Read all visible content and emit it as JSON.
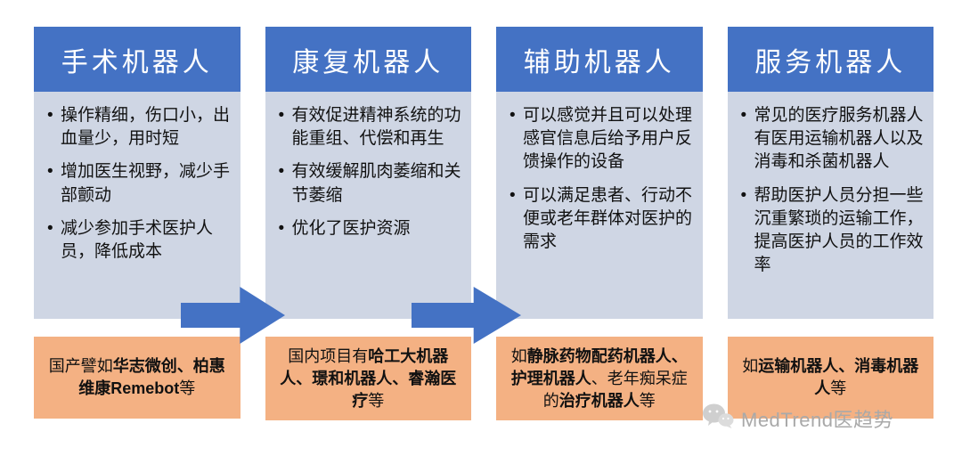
{
  "colors": {
    "header_bg": "#4472C4",
    "body_bg": "#CFD6E4",
    "example_bg": "#F4B183",
    "arrow": "#4472C4",
    "watermark_text": "#a9a9a9",
    "watermark_icon": "#cfcfcf"
  },
  "columns": [
    {
      "id": "surgical-robots",
      "title": "手术机器人",
      "bullets": [
        "操作精细，伤口小，出血量少，用时短",
        "增加医生视野，减少手部颤动",
        "减少参加手术医护人员，降低成本"
      ],
      "example_segments": [
        {
          "text": "国产譬如",
          "bold": false
        },
        {
          "text": "华志微创、柏惠维康Remebot",
          "bold": true
        },
        {
          "text": "等",
          "bold": false
        }
      ]
    },
    {
      "id": "rehab-robots",
      "title": "康复机器人",
      "bullets": [
        "有效促进精神系统的功能重组、代偿和再生",
        "有效缓解肌肉萎缩和关节萎缩",
        "优化了医护资源"
      ],
      "example_segments": [
        {
          "text": "国内项目有",
          "bold": false
        },
        {
          "text": "哈工大机器人、璟和机器人、睿瀚医疗",
          "bold": true
        },
        {
          "text": "等",
          "bold": false
        }
      ]
    },
    {
      "id": "assistive-robots",
      "title": "辅助机器人",
      "bullets": [
        "可以感觉并且可以处理感官信息后给予用户反馈操作的设备",
        "可以满足患者、行动不便或老年群体对医护的需求"
      ],
      "example_segments": [
        {
          "text": "如",
          "bold": false
        },
        {
          "text": "静脉药物配药机器人、护理机器人",
          "bold": true
        },
        {
          "text": "、老年痴呆症的",
          "bold": false
        },
        {
          "text": "治疗机器人",
          "bold": true
        },
        {
          "text": "等",
          "bold": false
        }
      ]
    },
    {
      "id": "service-robots",
      "title": "服务机器人",
      "bullets": [
        "常见的医疗服务机器人有医用运输机器人以及消毒和杀菌机器人",
        "帮助医护人员分担一些沉重繁琐的运输工作，提高医护人员的工作效率"
      ],
      "example_segments": [
        {
          "text": "如",
          "bold": false
        },
        {
          "text": "运输机器人、消毒机器人",
          "bold": true
        },
        {
          "text": "等",
          "bold": false
        }
      ]
    }
  ],
  "arrows": [
    {
      "name": "flow-arrow-1"
    },
    {
      "name": "flow-arrow-2"
    }
  ],
  "watermark": {
    "brand": "MedTrend医趋势"
  }
}
